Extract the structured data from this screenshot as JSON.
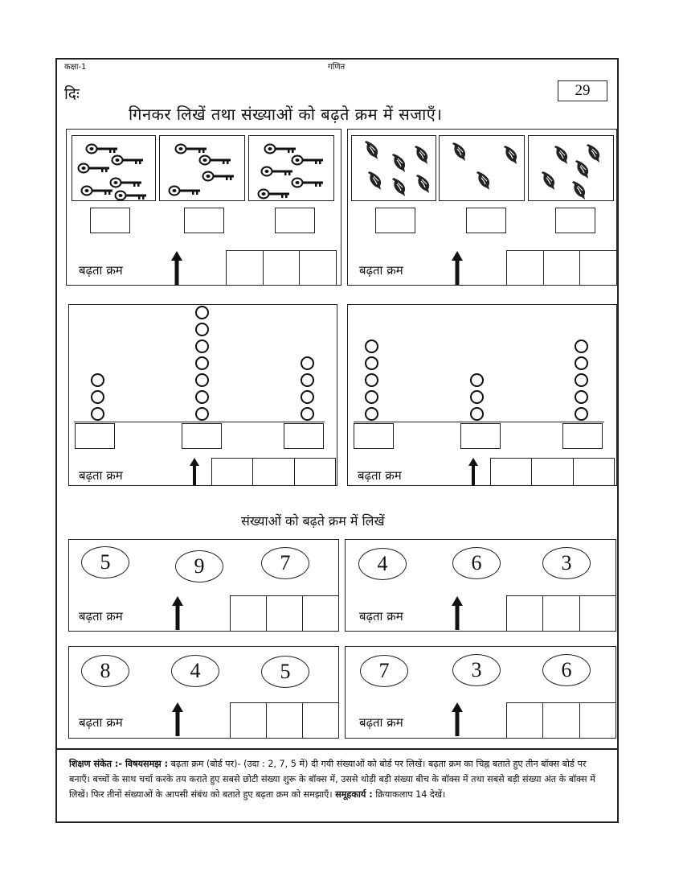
{
  "header": {
    "class_label": "कक्षा-1",
    "subject": "गणित",
    "date_label": "दिः",
    "page_number": "29"
  },
  "title": "गिनकर लिखें तथा संख्याओं को बढ़ते क्रम में सजाएँ।",
  "order_label": "बढ़ता क्रम",
  "picture_panels": [
    {
      "icon": "key-icon",
      "counts": [
        6,
        4,
        5
      ]
    },
    {
      "icon": "bird-icon",
      "counts": [
        6,
        3,
        5
      ]
    }
  ],
  "bead_panels": [
    {
      "counts": [
        3,
        7,
        4
      ]
    },
    {
      "counts": [
        5,
        3,
        5
      ]
    }
  ],
  "section_title": "संख्याओं को बढ़ते क्रम में लिखें",
  "number_sets": [
    {
      "numbers": [
        "5",
        "9",
        "7"
      ]
    },
    {
      "numbers": [
        "4",
        "6",
        "3"
      ]
    },
    {
      "numbers": [
        "8",
        "4",
        "5"
      ]
    },
    {
      "numbers": [
        "7",
        "3",
        "6"
      ]
    }
  ],
  "teacher_note": {
    "label1": "शिक्षण संकेत :- विषयसमझ :",
    "text1": "बढ़ता क्रम (बोर्ड पर)- (उदा : 2, 7, 5 में) दी गयी संख्याओं को बोर्ड पर लिखें। बढ़ता क्रम का चिह्न बताते हुए तीन बॉक्स बोर्ड पर बनाएँ। बच्चों के साथ चर्चा करके तय कराते हुए सबसे छोटी संख्या शुरू के बॉक्स में, उससे थोड़ी बड़ी संख्या बीच के बॉक्स में तथा सबसे बड़ी संख्या अंत के बॉक्स में लिखें। फिर तीनों संख्याओं के आपसी संबंध को बताते हुए बढ़ता क्रम को समझाएँ।",
    "label2": "समूहकार्य :",
    "text2": "क्रियाकलाप 14 देखें।"
  }
}
